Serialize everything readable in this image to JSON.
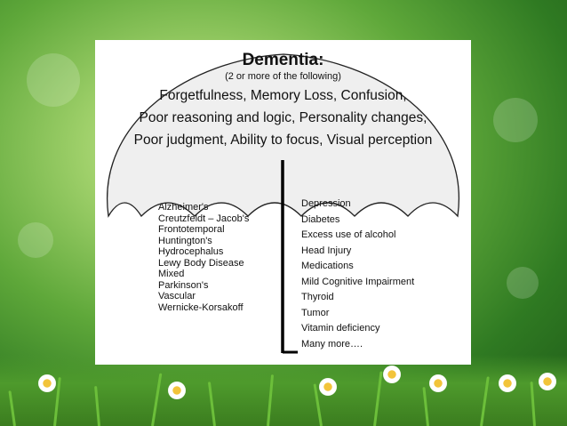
{
  "diagram": {
    "title": "Dementia:",
    "subtitle": "(2 or more of the following)",
    "symptoms": [
      "Forgetfulness, Memory Loss, Confusion,",
      "Poor reasoning and logic, Personality changes,",
      "Poor judgment, Ability to focus, Visual perception"
    ],
    "left_causes": [
      "Alzheimer's",
      "Creutzfeldt – Jacob's",
      "Frontotemporal",
      "Huntington's",
      "Hydrocephalus",
      "Lewy Body Disease",
      "Mixed",
      "Parkinson's",
      "Vascular",
      "Wernicke-Korsakoff"
    ],
    "right_causes": [
      "Depression",
      "Diabetes",
      "Excess use of alcohol",
      "Head Injury",
      "Medications",
      "Mild Cognitive Impairment",
      "Thyroid",
      "Tumor",
      "Vitamin deficiency",
      "Many more…."
    ]
  },
  "colors": {
    "umbrella_fill": "#efefef",
    "umbrella_stroke": "#222222",
    "handle": "#000000"
  }
}
